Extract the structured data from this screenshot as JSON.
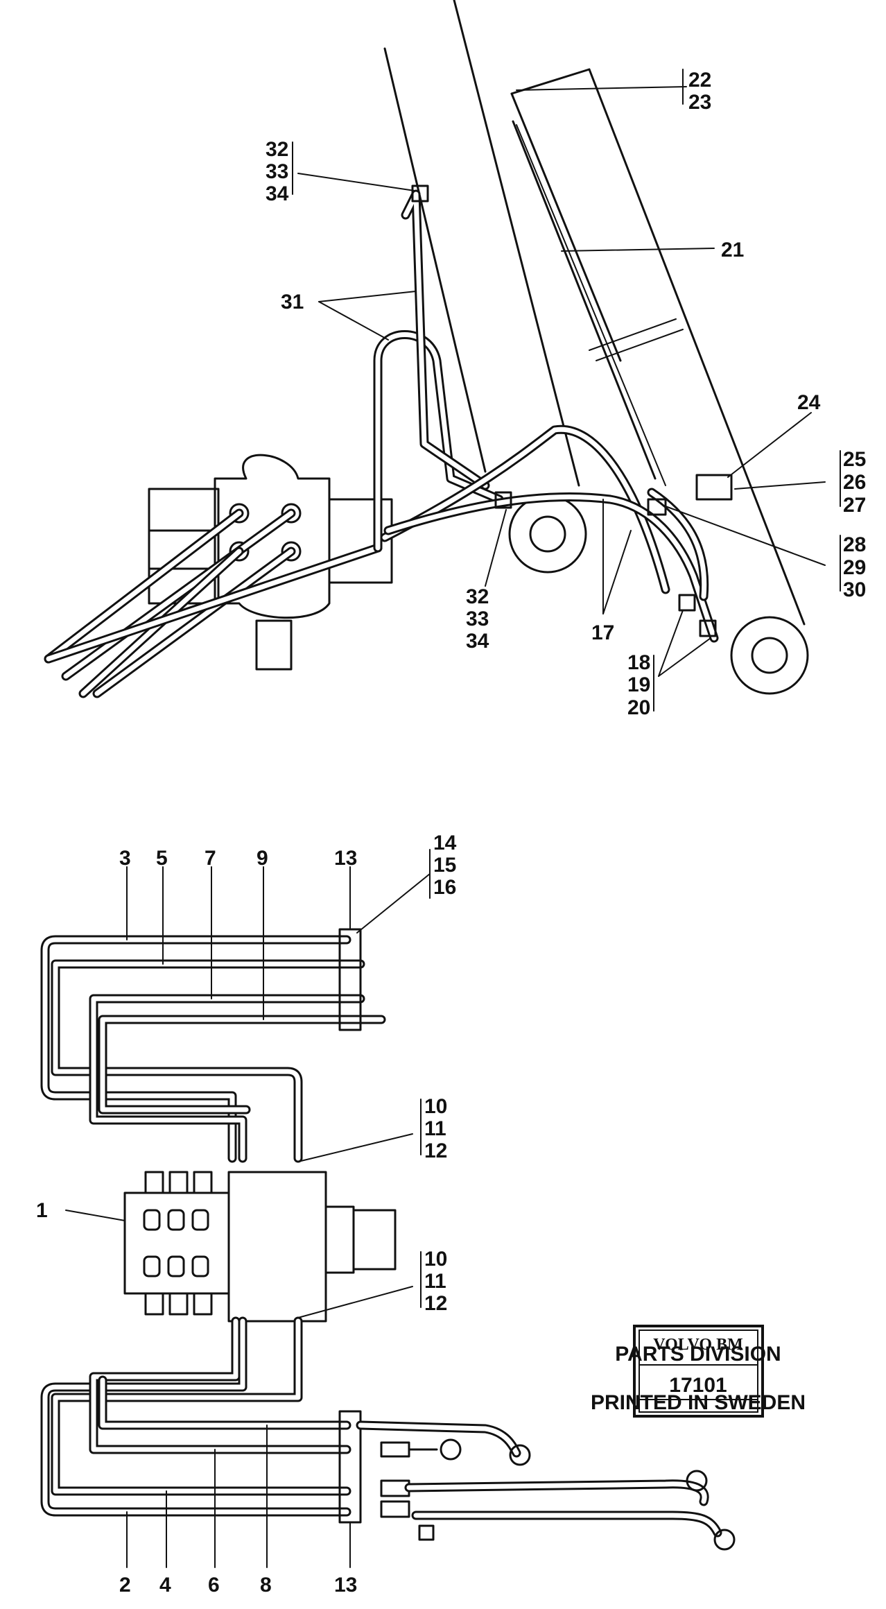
{
  "upper_labels": {
    "l22": "22",
    "l23": "23",
    "l21": "21",
    "l24": "24",
    "l25": "25",
    "l26": "26",
    "l27": "27",
    "l28": "28",
    "l29": "29",
    "l30": "30",
    "l31": "31",
    "l32a": "32",
    "l33a": "33",
    "l34a": "34",
    "l32b": "32",
    "l33b": "33",
    "l34b": "34",
    "l17": "17",
    "l18": "18",
    "l19": "19",
    "l20": "20"
  },
  "lower_labels": {
    "l3": "3",
    "l5": "5",
    "l7": "7",
    "l9": "9",
    "l13a": "13",
    "l14": "14",
    "l15": "15",
    "l16": "16",
    "l10a": "10",
    "l11a": "11",
    "l12a": "12",
    "l1": "1",
    "l10b": "10",
    "l11b": "11",
    "l12b": "12",
    "l2": "2",
    "l4": "4",
    "l6": "6",
    "l8": "8",
    "l13b": "13"
  },
  "stamp": {
    "brand": "VOLVO BM",
    "division": "PARTS DIVISION",
    "number": "17101",
    "footer": "PRINTED IN SWEDEN"
  }
}
